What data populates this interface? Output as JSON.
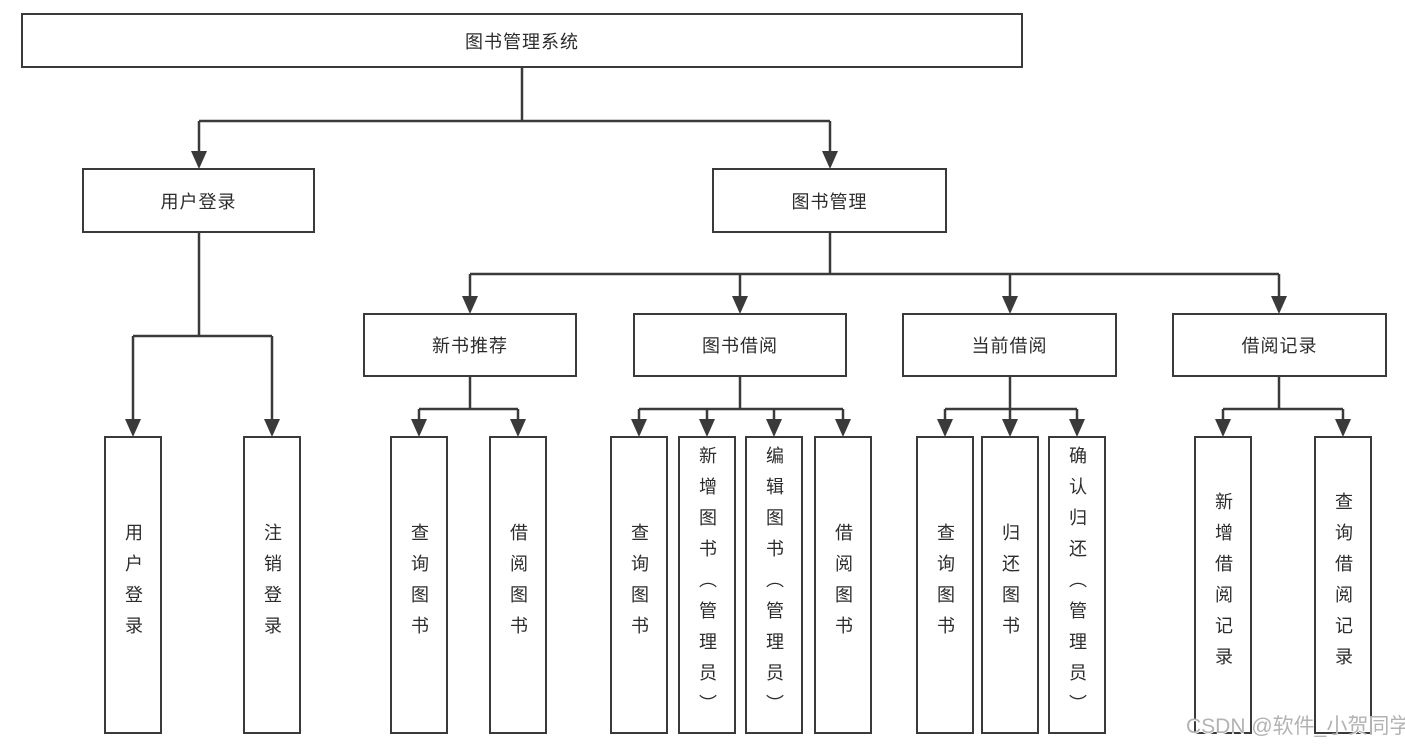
{
  "tree": {
    "root": {
      "label": "图书管理系统"
    },
    "children": [
      {
        "label": "用户登录",
        "children": [
          {
            "label": "用户登录"
          },
          {
            "label": "注销登录"
          }
        ]
      },
      {
        "label": "图书管理",
        "children": [
          {
            "label": "新书推荐",
            "children": [
              {
                "label": "查询图书"
              },
              {
                "label": "借阅图书"
              }
            ]
          },
          {
            "label": "图书借阅",
            "children": [
              {
                "label": "查询图书"
              },
              {
                "label": "新增图书（管理员）"
              },
              {
                "label": "编辑图书（管理员）"
              },
              {
                "label": "借阅图书"
              }
            ]
          },
          {
            "label": "当前借阅",
            "children": [
              {
                "label": "查询图书"
              },
              {
                "label": "归还图书"
              },
              {
                "label": "确认归还（管理员）"
              }
            ]
          },
          {
            "label": "借阅记录",
            "children": [
              {
                "label": "新增借阅记录"
              },
              {
                "label": "查询借阅记录"
              }
            ]
          }
        ]
      }
    ]
  },
  "watermark": {
    "text": "CSDN @软件_小贺同学"
  },
  "colors": {
    "line": "#3a3a3a",
    "box_border": "#3a3a3a",
    "text": "#2c2c2c",
    "watermark": "#b3b3b3",
    "background": "#ffffff"
  }
}
